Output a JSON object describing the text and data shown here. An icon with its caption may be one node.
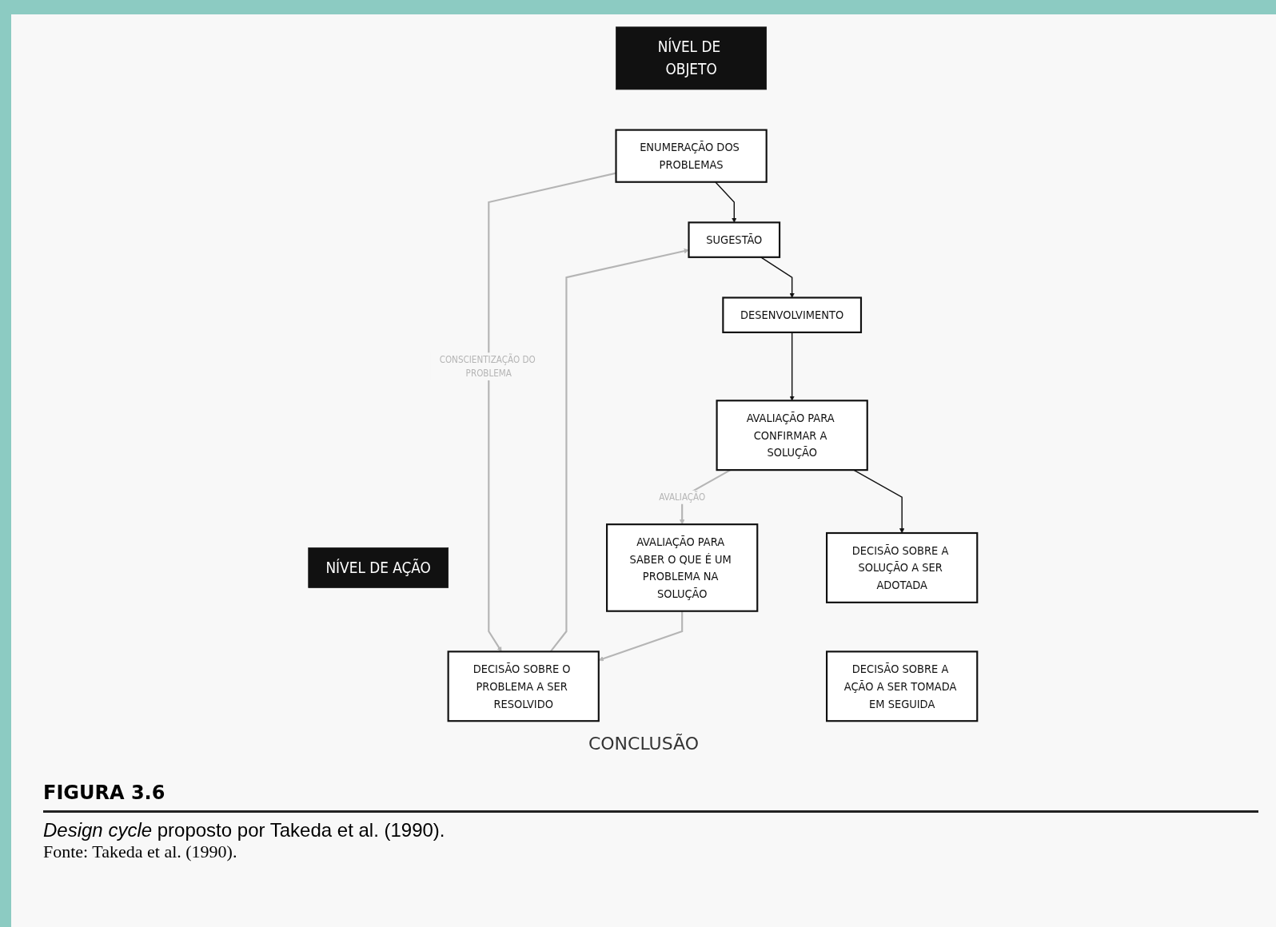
{
  "diagram": {
    "title": "FIGURA 3.6",
    "caption": "*Design cycle* proposto por Takeda et al. (1990).",
    "nodes": [
      {
        "text": [
          "NÍVEL DE OBJETO"
        ]
      },
      {
        "text": [
          "NÍVEL DE AÇÃO"
        ]
      },
      {
        "text": [
          "ENUMERAÇÃO DOS PROBLEMAS"
        ]
      },
      {
        "text": [
          "SUGESTÃO"
        ]
      },
      {
        "text": [
          "DESENVOLVIMENTO"
        ]
      },
      {
        "text": [
          "AVALIAÇÃO PARA CONFIRMAR A SOLUÇÃO"
        ]
      },
      {
        "text": [
          "DECISÃO SOBRE A SOLUÇÃO A SER ADOTADA"
        ]
      },
      {
        "text": [
          "DECISÃO SOBRE O PROBLEMA A SER RESOLVIDO"
        ]
      },
      {
        "text": [
          "AVALIAÇÃO PARA SABER O QUE É UM PROBLEMA NA SOLUÇÃO"
        ]
      },
      {
        "text": [
          "DECISÃO SOBRE A AÇÃO A SER TOMADA EM SEGUIDA"
        ]
      }
    ],
    "edges": [
      {
        "from": 2,
        "to": 3,
        "arrow": "to"
      },
      {
        "from": 3,
        "to": 4,
        "arrow": "to"
      },
      {
        "from": 4,
        "to": 5,
        "arrow": "to"
      },
      {
        "from": 5,
        "to": 6,
        "arrow": "to"
      },
      {
        "from": 2,
        "to": 7,
        "arrow": "to",
        "label": "CONSCIENTIZAÇÃO DO PROBLEMA",
        "color": "#b5b5b5"
      },
      {
        "from": 7,
        "to": 3,
        "arrow": "to",
        "color": "#b5b5b5"
      },
      {
        "from": 5,
        "to": 8,
        "arrow": "to",
        "label": "AVALIAÇÃO",
        "color": "#b5b5b5"
      },
      {
        "from": 8,
        "to": 7,
        "arrow": "to",
        "color": "#b5b5b5"
      }
    ],
    "labels": [
      "CONCLUSÃO",
      "Fonte: Takeda et al. (1990)."
    ]
  }
}
